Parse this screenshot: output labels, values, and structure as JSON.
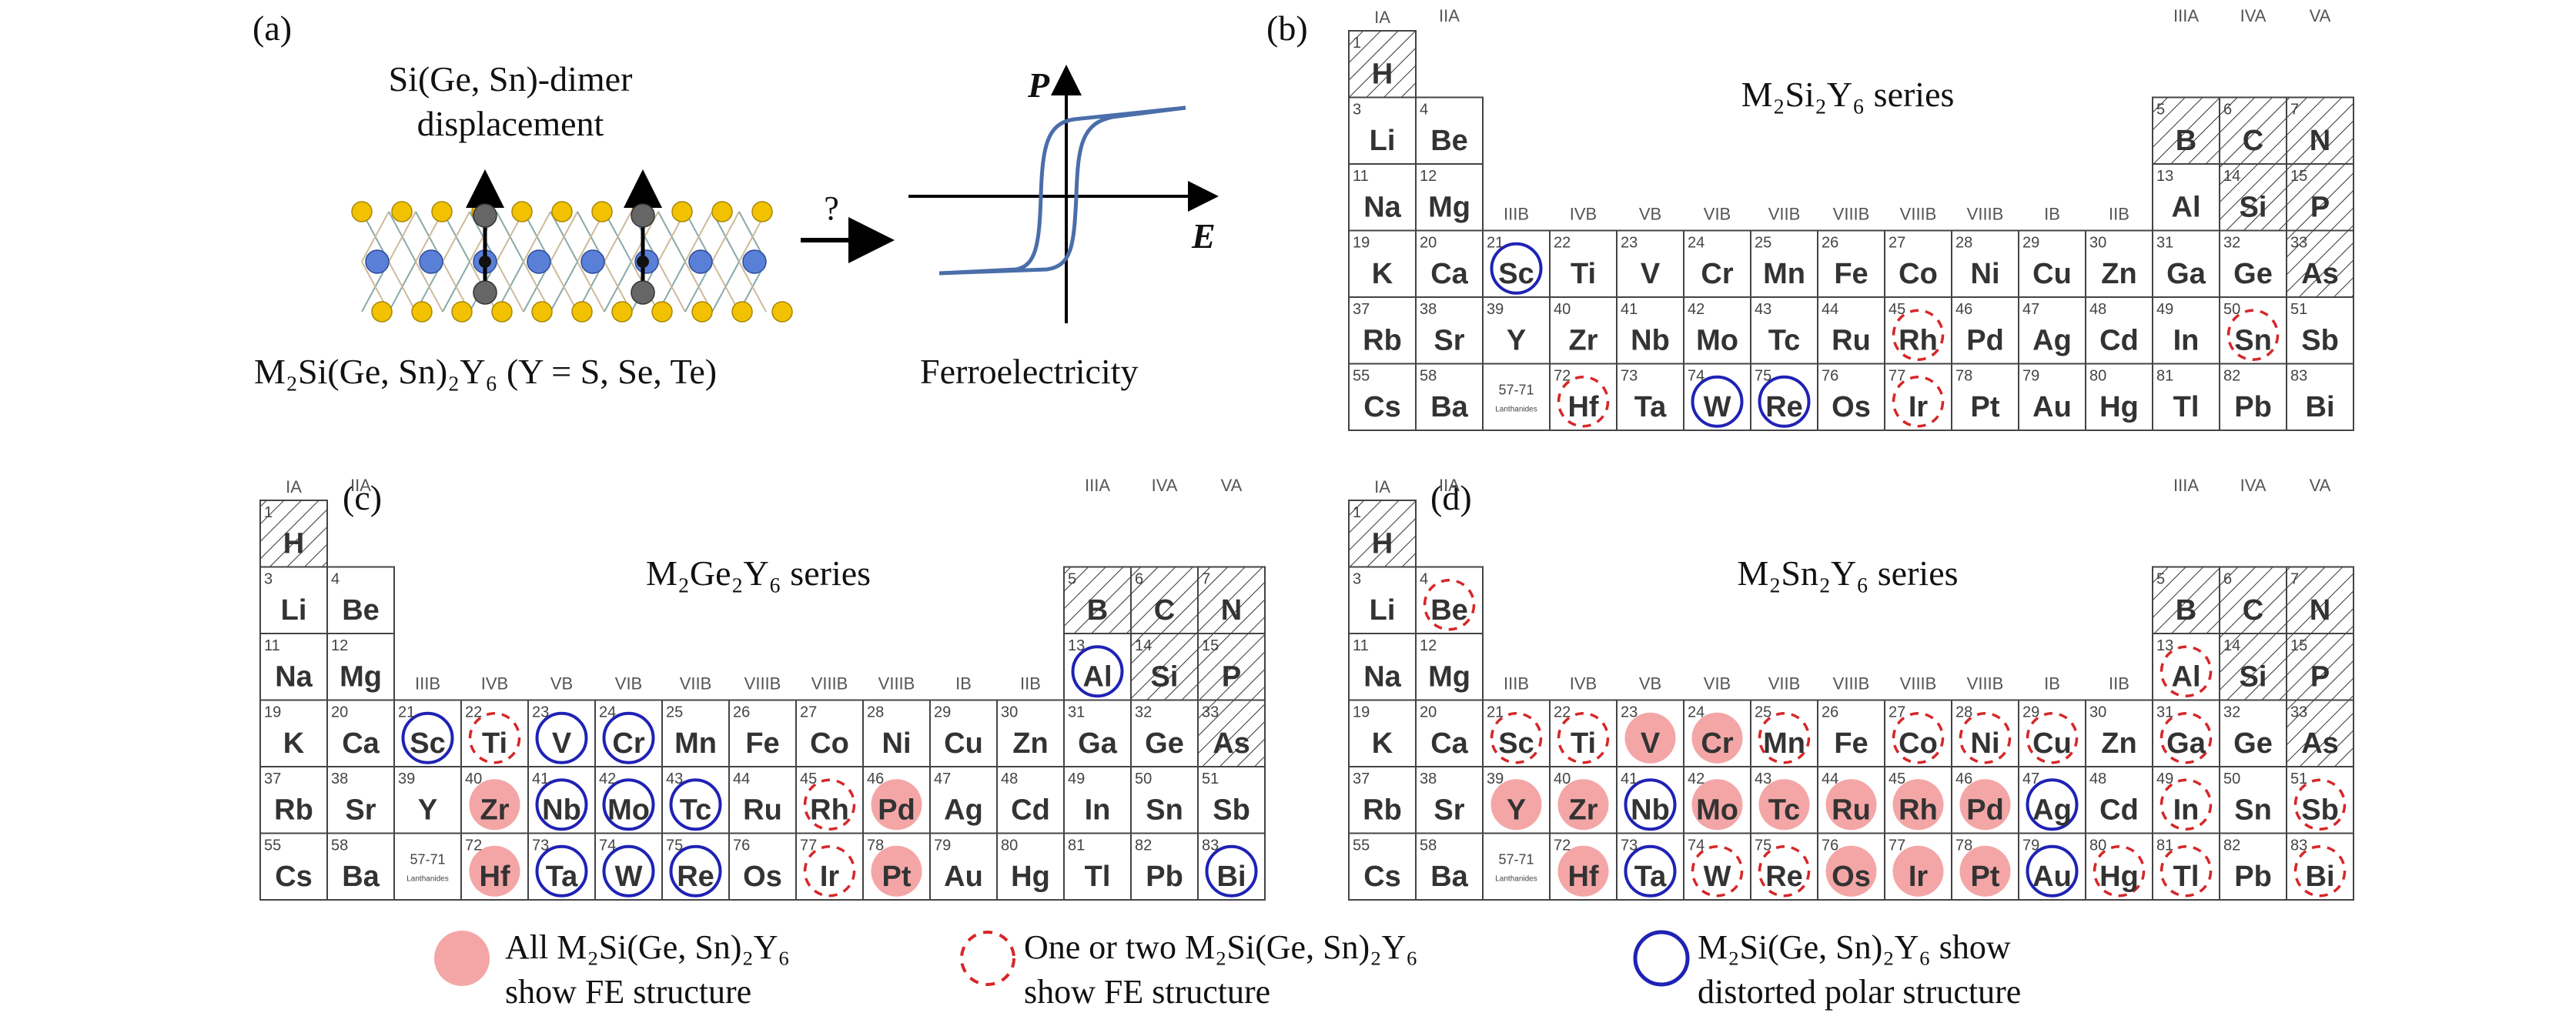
{
  "panel_a": {
    "label": "(a)",
    "dimer_line1": "Si(Ge, Sn)-dimer",
    "dimer_line2": "displacement",
    "question": "?",
    "formula": "M₂Si(Ge, Sn)₂Y₆ (Y = S, Se, Te)",
    "fe_label": "Ferroelectricity",
    "axis_p": "P",
    "axis_e": "E"
  },
  "groups_top": [
    "IA",
    "IIA",
    "IIIA",
    "IVA",
    "VA"
  ],
  "groups_mid": [
    "IIIB",
    "IVB",
    "VB",
    "VIB",
    "VIIB",
    "VIIIB",
    "VIIIB",
    "VIIIB",
    "IB",
    "IIB"
  ],
  "lanthanides": {
    "num": "57-71",
    "label": "Lanthanides"
  },
  "elements": [
    {
      "num": "1",
      "sym": "H",
      "row": 0,
      "col": 0,
      "hatch": true
    },
    {
      "num": "3",
      "sym": "Li",
      "row": 1,
      "col": 0
    },
    {
      "num": "4",
      "sym": "Be",
      "row": 1,
      "col": 1
    },
    {
      "num": "5",
      "sym": "B",
      "row": 1,
      "col": 12,
      "hatch": true
    },
    {
      "num": "6",
      "sym": "C",
      "row": 1,
      "col": 13,
      "hatch": true
    },
    {
      "num": "7",
      "sym": "N",
      "row": 1,
      "col": 14,
      "hatch": true
    },
    {
      "num": "11",
      "sym": "Na",
      "row": 2,
      "col": 0
    },
    {
      "num": "12",
      "sym": "Mg",
      "row": 2,
      "col": 1
    },
    {
      "num": "13",
      "sym": "Al",
      "row": 2,
      "col": 12
    },
    {
      "num": "14",
      "sym": "Si",
      "row": 2,
      "col": 13,
      "hatch": true
    },
    {
      "num": "15",
      "sym": "P",
      "row": 2,
      "col": 14,
      "hatch": true
    },
    {
      "num": "19",
      "sym": "K",
      "row": 3,
      "col": 0
    },
    {
      "num": "20",
      "sym": "Ca",
      "row": 3,
      "col": 1
    },
    {
      "num": "21",
      "sym": "Sc",
      "row": 3,
      "col": 2
    },
    {
      "num": "22",
      "sym": "Ti",
      "row": 3,
      "col": 3
    },
    {
      "num": "23",
      "sym": "V",
      "row": 3,
      "col": 4
    },
    {
      "num": "24",
      "sym": "Cr",
      "row": 3,
      "col": 5
    },
    {
      "num": "25",
      "sym": "Mn",
      "row": 3,
      "col": 6
    },
    {
      "num": "26",
      "sym": "Fe",
      "row": 3,
      "col": 7
    },
    {
      "num": "27",
      "sym": "Co",
      "row": 3,
      "col": 8
    },
    {
      "num": "28",
      "sym": "Ni",
      "row": 3,
      "col": 9
    },
    {
      "num": "29",
      "sym": "Cu",
      "row": 3,
      "col": 10
    },
    {
      "num": "30",
      "sym": "Zn",
      "row": 3,
      "col": 11
    },
    {
      "num": "31",
      "sym": "Ga",
      "row": 3,
      "col": 12
    },
    {
      "num": "32",
      "sym": "Ge",
      "row": 3,
      "col": 13
    },
    {
      "num": "33",
      "sym": "As",
      "row": 3,
      "col": 14,
      "hatch": true
    },
    {
      "num": "37",
      "sym": "Rb",
      "row": 4,
      "col": 0
    },
    {
      "num": "38",
      "sym": "Sr",
      "row": 4,
      "col": 1
    },
    {
      "num": "39",
      "sym": "Y",
      "row": 4,
      "col": 2
    },
    {
      "num": "40",
      "sym": "Zr",
      "row": 4,
      "col": 3
    },
    {
      "num": "41",
      "sym": "Nb",
      "row": 4,
      "col": 4
    },
    {
      "num": "42",
      "sym": "Mo",
      "row": 4,
      "col": 5
    },
    {
      "num": "43",
      "sym": "Tc",
      "row": 4,
      "col": 6
    },
    {
      "num": "44",
      "sym": "Ru",
      "row": 4,
      "col": 7
    },
    {
      "num": "45",
      "sym": "Rh",
      "row": 4,
      "col": 8
    },
    {
      "num": "46",
      "sym": "Pd",
      "row": 4,
      "col": 9
    },
    {
      "num": "47",
      "sym": "Ag",
      "row": 4,
      "col": 10
    },
    {
      "num": "48",
      "sym": "Cd",
      "row": 4,
      "col": 11
    },
    {
      "num": "49",
      "sym": "In",
      "row": 4,
      "col": 12
    },
    {
      "num": "50",
      "sym": "Sn",
      "row": 4,
      "col": 13
    },
    {
      "num": "51",
      "sym": "Sb",
      "row": 4,
      "col": 14
    },
    {
      "num": "55",
      "sym": "Cs",
      "row": 5,
      "col": 0
    },
    {
      "num": "58",
      "sym": "Ba",
      "row": 5,
      "col": 1
    },
    {
      "num": "72",
      "sym": "Hf",
      "row": 5,
      "col": 3
    },
    {
      "num": "73",
      "sym": "Ta",
      "row": 5,
      "col": 4
    },
    {
      "num": "74",
      "sym": "W",
      "row": 5,
      "col": 5
    },
    {
      "num": "75",
      "sym": "Re",
      "row": 5,
      "col": 6
    },
    {
      "num": "76",
      "sym": "Os",
      "row": 5,
      "col": 7
    },
    {
      "num": "77",
      "sym": "Ir",
      "row": 5,
      "col": 8
    },
    {
      "num": "78",
      "sym": "Pt",
      "row": 5,
      "col": 9
    },
    {
      "num": "79",
      "sym": "Au",
      "row": 5,
      "col": 10
    },
    {
      "num": "80",
      "sym": "Hg",
      "row": 5,
      "col": 11
    },
    {
      "num": "81",
      "sym": "Tl",
      "row": 5,
      "col": 12
    },
    {
      "num": "82",
      "sym": "Pb",
      "row": 5,
      "col": 13
    },
    {
      "num": "83",
      "sym": "Bi",
      "row": 5,
      "col": 14
    }
  ],
  "tables": [
    {
      "id": "b",
      "label": "(b)",
      "title": "M₂Si₂Y₆ series",
      "solid": [],
      "dashed": [
        "Rh",
        "Sn",
        "Hf",
        "Ir"
      ],
      "blue": [
        "Sc",
        "W",
        "Re"
      ]
    },
    {
      "id": "c",
      "label": "(c)",
      "title": "M₂Ge₂Y₆ series",
      "solid": [
        "Zr",
        "Pd",
        "Hf",
        "Pt"
      ],
      "dashed": [
        "Ti",
        "Rh",
        "Ir"
      ],
      "blue": [
        "Al",
        "Sc",
        "V",
        "Cr",
        "Nb",
        "Mo",
        "Tc",
        "Ta",
        "W",
        "Re",
        "Bi"
      ]
    },
    {
      "id": "d",
      "label": "(d)",
      "title": "M₂Sn₂Y₆ series",
      "solid": [
        "V",
        "Cr",
        "Y",
        "Zr",
        "Mo",
        "Tc",
        "Ru",
        "Rh",
        "Pd",
        "Hf",
        "Os",
        "Ir",
        "Pt"
      ],
      "dashed": [
        "Be",
        "Al",
        "Sc",
        "Ti",
        "Mn",
        "Co",
        "Ni",
        "Cu",
        "Ga",
        "In",
        "Sb",
        "W",
        "Re",
        "Hg",
        "Tl",
        "Bi"
      ],
      "blue": [
        "Nb",
        "Ag",
        "Ta",
        "Au"
      ]
    }
  ],
  "legend": {
    "solid_line1": "All M₂Si(Ge, Sn)₂Y₆",
    "solid_line2": "show FE structure",
    "dashed_line1": "One or two M₂Si(Ge, Sn)₂Y₆",
    "dashed_line2": "show FE structure",
    "blue_line1": "M₂Si(Ge, Sn)₂Y₆ show",
    "blue_line2": "distorted polar structure"
  },
  "colors": {
    "solid": "#f4a6a6",
    "dashed": "#d62728",
    "blue": "#1f22b4",
    "grid": "#444444",
    "text": "#333333"
  }
}
